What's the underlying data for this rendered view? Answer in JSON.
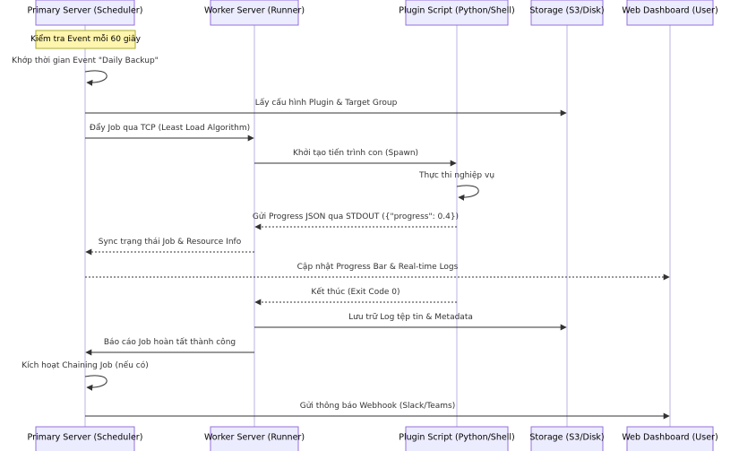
{
  "actors": [
    {
      "id": "primary",
      "label": "Primary Server (Scheduler)"
    },
    {
      "id": "worker",
      "label": "Worker Server (Runner)"
    },
    {
      "id": "plugin",
      "label": "Plugin Script (Python/Shell)"
    },
    {
      "id": "storage",
      "label": "Storage (S3/Disk)"
    },
    {
      "id": "dashboard",
      "label": "Web Dashboard (User)"
    }
  ],
  "note": {
    "over": "primary",
    "text": "Kiểm tra Event mỗi 60 giây"
  },
  "messages": [
    {
      "from": "primary",
      "to": "primary",
      "text": "Khớp thời gian Event \"Daily Backup\"",
      "style": "solid"
    },
    {
      "from": "primary",
      "to": "storage",
      "text": "Lấy cấu hình Plugin & Target Group",
      "style": "solid"
    },
    {
      "from": "primary",
      "to": "worker",
      "text": "Đẩy Job qua TCP (Least Load Algorithm)",
      "style": "solid"
    },
    {
      "from": "worker",
      "to": "plugin",
      "text": "Khởi tạo tiến trình con (Spawn)",
      "style": "solid"
    },
    {
      "from": "plugin",
      "to": "plugin",
      "text": "Thực thi nghiệp vụ",
      "style": "solid"
    },
    {
      "from": "plugin",
      "to": "worker",
      "text": "Gửi Progress JSON qua STDOUT ({\"progress\": 0.4})",
      "style": "dotted"
    },
    {
      "from": "worker",
      "to": "primary",
      "text": "Sync trạng thái Job & Resource Info",
      "style": "dotted"
    },
    {
      "from": "primary",
      "to": "dashboard",
      "text": "Cập nhật Progress Bar & Real-time Logs",
      "style": "dotted"
    },
    {
      "from": "plugin",
      "to": "worker",
      "text": "Kết thúc (Exit Code 0)",
      "style": "dotted"
    },
    {
      "from": "worker",
      "to": "storage",
      "text": "Lưu trữ Log tệp tin & Metadata",
      "style": "solid"
    },
    {
      "from": "worker",
      "to": "primary",
      "text": "Báo cáo Job hoàn tất thành công",
      "style": "solid"
    },
    {
      "from": "primary",
      "to": "primary",
      "text": "Kích hoạt Chaining Job (nếu có)",
      "style": "solid"
    },
    {
      "from": "primary",
      "to": "dashboard",
      "text": "Gửi thông báo Webhook (Slack/Teams)",
      "style": "solid"
    }
  ]
}
